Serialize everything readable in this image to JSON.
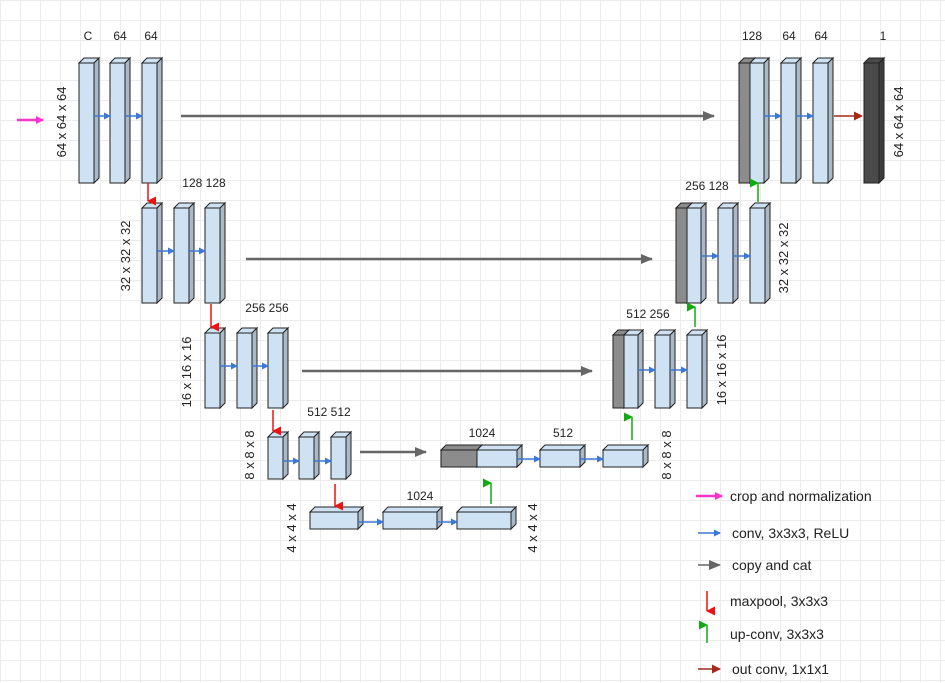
{
  "colors": {
    "block_fill": "#cfe2f3",
    "block_side": "#a9c4de",
    "block_stroke": "#222222",
    "copy_fill": "#8c8c8c",
    "out_fill": "#4a4a4a",
    "input_arrow": "#ff33cc",
    "conv_arrow": "#3c78d8",
    "copy_arrow": "#666666",
    "maxpool_arrow": "#ee1111",
    "upconv_arrow": "#11aa11",
    "outconv_arrow": "#a52a1a"
  },
  "channels": {
    "l1": [
      "C",
      "64",
      "64"
    ],
    "l2": "128 128",
    "l3": "256 256",
    "l4": "512 512",
    "bottleneck": "1024",
    "d4a": "1024",
    "d4b": "512",
    "d3": "512 256",
    "d2": "256 128",
    "d1": [
      "128",
      "64",
      "64",
      "1"
    ]
  },
  "dims": {
    "l1_left": "64 x 64 x 64",
    "l1_right": "64 x 64 x 64",
    "l2_left": "32 x 32 x 32",
    "l2_right": "32 x 32 x 32",
    "l3_left": "16 x 16 x 16",
    "l3_right": "16 x 16 x 16",
    "l4_left": "8 x 8 x 8",
    "l4_right": "8 x 8 x 8",
    "b_left": "4 x 4 x 4",
    "b_right": "4 x 4 x 4"
  },
  "legend": [
    {
      "icon": "input-arrow-icon",
      "color": "#ff33cc",
      "label": "crop and normalization"
    },
    {
      "icon": "conv-arrow-icon",
      "color": "#3c78d8",
      "label": "conv, 3x3x3, ReLU"
    },
    {
      "icon": "copy-arrow-icon",
      "color": "#666666",
      "label": "copy and cat"
    },
    {
      "icon": "maxpool-arrow-icon",
      "color": "#ee1111",
      "label": "maxpool, 3x3x3"
    },
    {
      "icon": "upconv-arrow-icon",
      "color": "#11aa11",
      "label": "up-conv, 3x3x3"
    },
    {
      "icon": "outconv-arrow-icon",
      "color": "#a52a1a",
      "label": "out conv, 1x1x1"
    }
  ]
}
